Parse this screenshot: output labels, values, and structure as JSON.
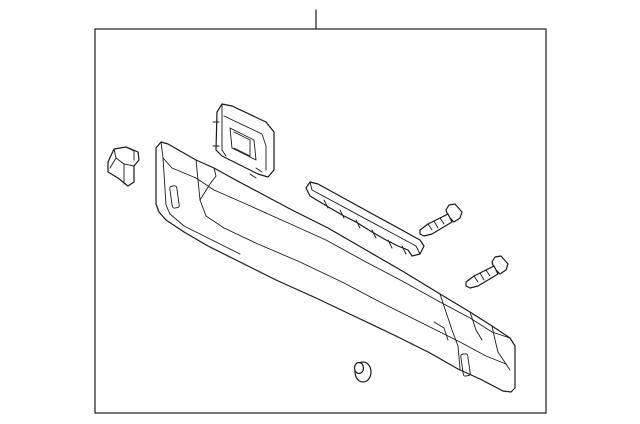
{
  "diagram": {
    "frame_color": "#1a1a1a",
    "background": "#ffffff",
    "parts": [
      {
        "name": "bumper-reinforcement-bar",
        "icon": "impact-bar"
      },
      {
        "name": "end-cap-bracket",
        "icon": "block-bracket"
      },
      {
        "name": "mounting-plate",
        "icon": "plate-bracket"
      },
      {
        "name": "absorber-strip",
        "icon": "strip"
      },
      {
        "name": "upper-bolt",
        "icon": "bolt"
      },
      {
        "name": "lower-bolt",
        "icon": "bolt"
      },
      {
        "name": "grommet",
        "icon": "grommet"
      }
    ]
  }
}
